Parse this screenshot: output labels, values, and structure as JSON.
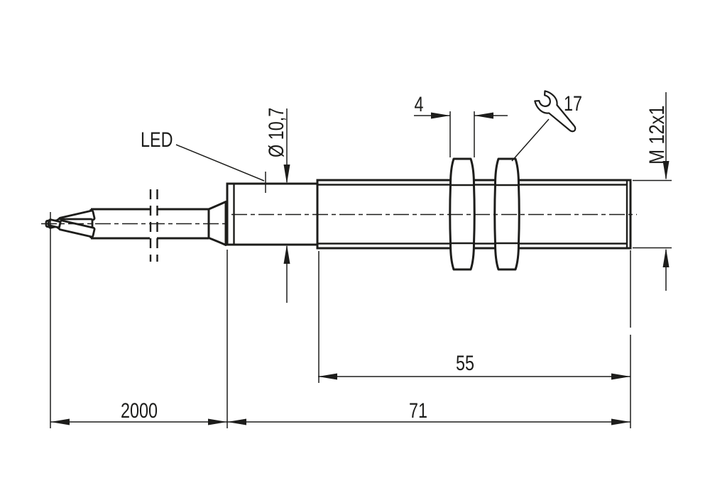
{
  "colors": {
    "line": "#1d1d1b",
    "background": "#ffffff"
  },
  "drawing": {
    "type": "technical-dimension-drawing",
    "subject": "cylindrical threaded sensor with cable",
    "annotations": {
      "led": "LED",
      "wrench_size": "17"
    },
    "dimensions": {
      "housing_diameter": "Ø 10,7",
      "thread": "M 12x1",
      "nut_width": "4",
      "thread_length": "55",
      "body_length": "71",
      "cable_length": "2000"
    },
    "icons": {
      "wrench": "open-end-wrench"
    }
  }
}
